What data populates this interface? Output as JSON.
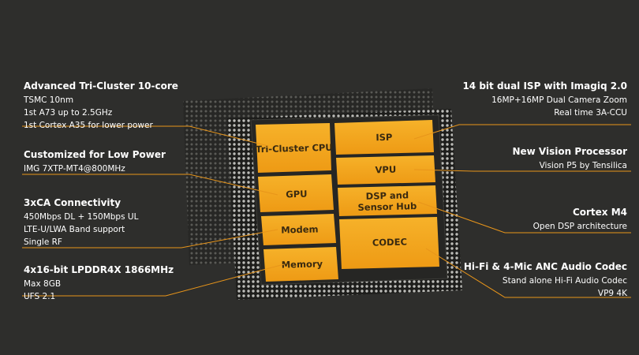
{
  "colors": {
    "background": "#2e2e2c",
    "block_fill": "#f2a21a",
    "leader_line": "#e8951a",
    "text": "#ffffff"
  },
  "blocks": {
    "cpu": "Tri-Cluster CPU",
    "isp": "ISP",
    "gpu": "GPU",
    "vpu": "VPU",
    "dsp_line1": "DSP and",
    "dsp_line2": "Sensor Hub",
    "modem": "Modem",
    "codec": "CODEC",
    "memory": "Memory"
  },
  "callouts_left": [
    {
      "heading": "Advanced Tri-Cluster 10-core",
      "lines": [
        "TSMC 10nm",
        "1st A73 up to 2.5GHz",
        "1st Cortex A35 for lower power"
      ]
    },
    {
      "heading": "Customized for Low Power",
      "lines": [
        "IMG 7XTP-MT4@800MHz"
      ]
    },
    {
      "heading": "3xCA Connectivity",
      "lines": [
        "450Mbps DL + 150Mbps UL",
        "LTE-U/LWA Band support",
        "Single RF"
      ]
    },
    {
      "heading": "4x16-bit LPDDR4X 1866MHz",
      "lines": [
        "Max 8GB",
        "UFS 2.1"
      ]
    }
  ],
  "callouts_right": [
    {
      "heading": "14 bit dual ISP with Imagiq 2.0",
      "lines": [
        "16MP+16MP Dual Camera Zoom",
        "Real time 3A-CCU"
      ]
    },
    {
      "heading": "New Vision Processor",
      "lines": [
        "Vision P5  by Tensilica"
      ]
    },
    {
      "heading": "Cortex M4",
      "lines": [
        "Open DSP architecture"
      ]
    },
    {
      "heading": "Hi-Fi & 4-Mic ANC Audio Codec",
      "lines": [
        "Stand alone Hi-Fi Audio Codec",
        "VP9 4K"
      ]
    }
  ]
}
